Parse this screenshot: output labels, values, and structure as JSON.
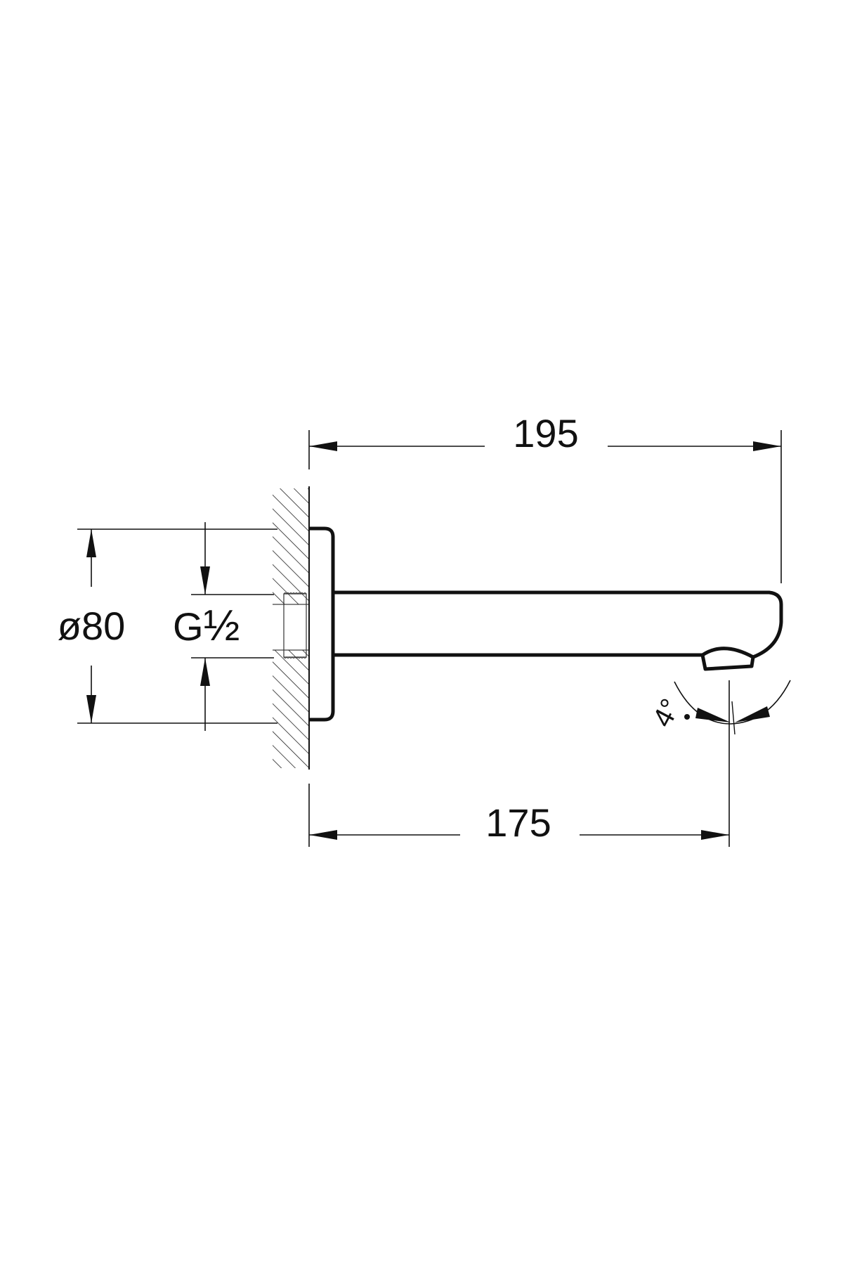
{
  "drawing": {
    "subject": "wall-mounted bath spout, side elevation",
    "line_color": "#111111",
    "background": "#ffffff",
    "dimensions": {
      "overall_length": "195",
      "outlet_projection": "175",
      "flange_diameter": "ø80",
      "thread_size_main": "G",
      "thread_size_fraction": "½",
      "outlet_angle": "4°"
    }
  }
}
